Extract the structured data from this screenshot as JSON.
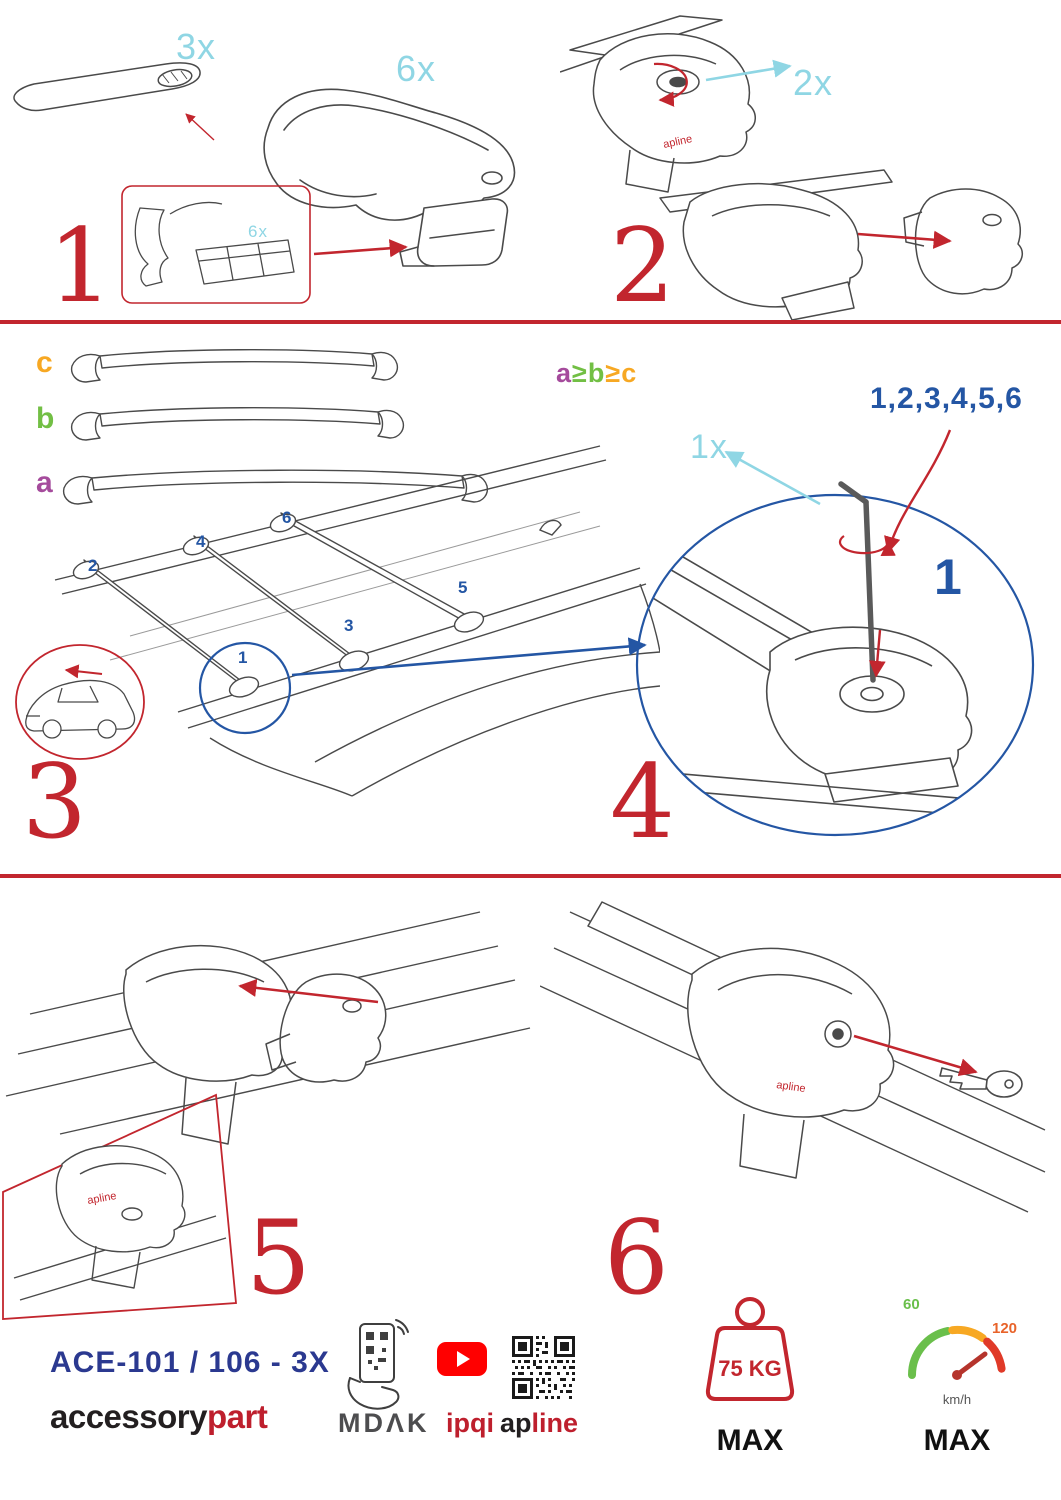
{
  "steps": {
    "s1": {
      "num": "1",
      "bar_qty": "3x",
      "foot_qty": "6x",
      "pad_qty": "6x"
    },
    "s2": {
      "num": "2",
      "key_qty": "2x"
    },
    "s3": {
      "num": "3",
      "letters": {
        "a": "a",
        "b": "b",
        "c": "c"
      },
      "rule": {
        "a": "a",
        "ge1": "≥",
        "b": "b",
        "ge2": "≥",
        "c": "c"
      },
      "positions": {
        "p1": "1",
        "p2": "2",
        "p3": "3",
        "p4": "4",
        "p5": "5",
        "p6": "6"
      }
    },
    "s4": {
      "num": "4",
      "tool_qty": "1x",
      "sequence": "1,2,3,4,5,6",
      "first": "1"
    },
    "s5": {
      "num": "5"
    },
    "s6": {
      "num": "6"
    }
  },
  "footer": {
    "product_code": "ACE-101 / 106 - 3X",
    "brand_accessory": "accessory",
    "brand_part": "part",
    "mdak": "MDΛK",
    "ipqi": "ipqi",
    "apline_ap": "ap",
    "apline_line": "line",
    "apline_word": "apline",
    "weight_value": "75 KG",
    "weight_max": "MAX",
    "speed_min": "60",
    "speed_max": "120",
    "speed_unit": "km/h",
    "speed_max_label": "MAX"
  },
  "colors": {
    "accent_red": "#c2262e",
    "accent_cyan": "#8fd6e4",
    "accent_blue": "#2456a4",
    "code_blue": "#2b3990",
    "letter_a_purple": "#a54b9c",
    "letter_b_green": "#72bf44",
    "letter_c_orange": "#f7a823",
    "brand_red": "#be1f2d",
    "youtube_red": "#ff0000"
  }
}
